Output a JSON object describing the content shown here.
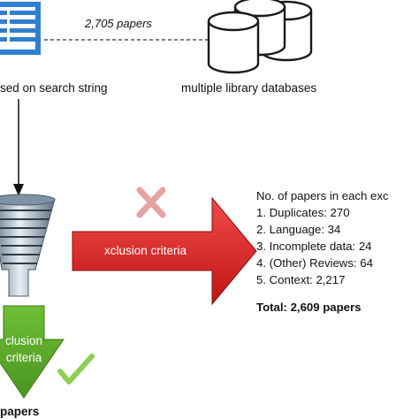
{
  "source": {
    "search_label": "sed on search string",
    "papers_link_label": "2,705 papers"
  },
  "databases": {
    "label": "multiple library databases"
  },
  "exclusion": {
    "arrow_label": "xclusion criteria",
    "list_title": "No. of papers in each exc",
    "items": [
      "1. Duplicates: 270",
      "2. Language: 34",
      "3. Incomplete data: 24",
      "4. (Other) Reviews: 64",
      "5. Context: 2,217"
    ],
    "total": "Total: 2,609 papers"
  },
  "inclusion": {
    "arrow_label_line1": "clusion",
    "arrow_label_line2": "criteria",
    "result_label": "papers"
  },
  "colors": {
    "document_blue": "#2f7fd0",
    "red_arrow": "#d91c1c",
    "green_arrow": "#5aa52b",
    "x_mark": "#e6a3a3",
    "check_mark": "#8ccf55"
  }
}
